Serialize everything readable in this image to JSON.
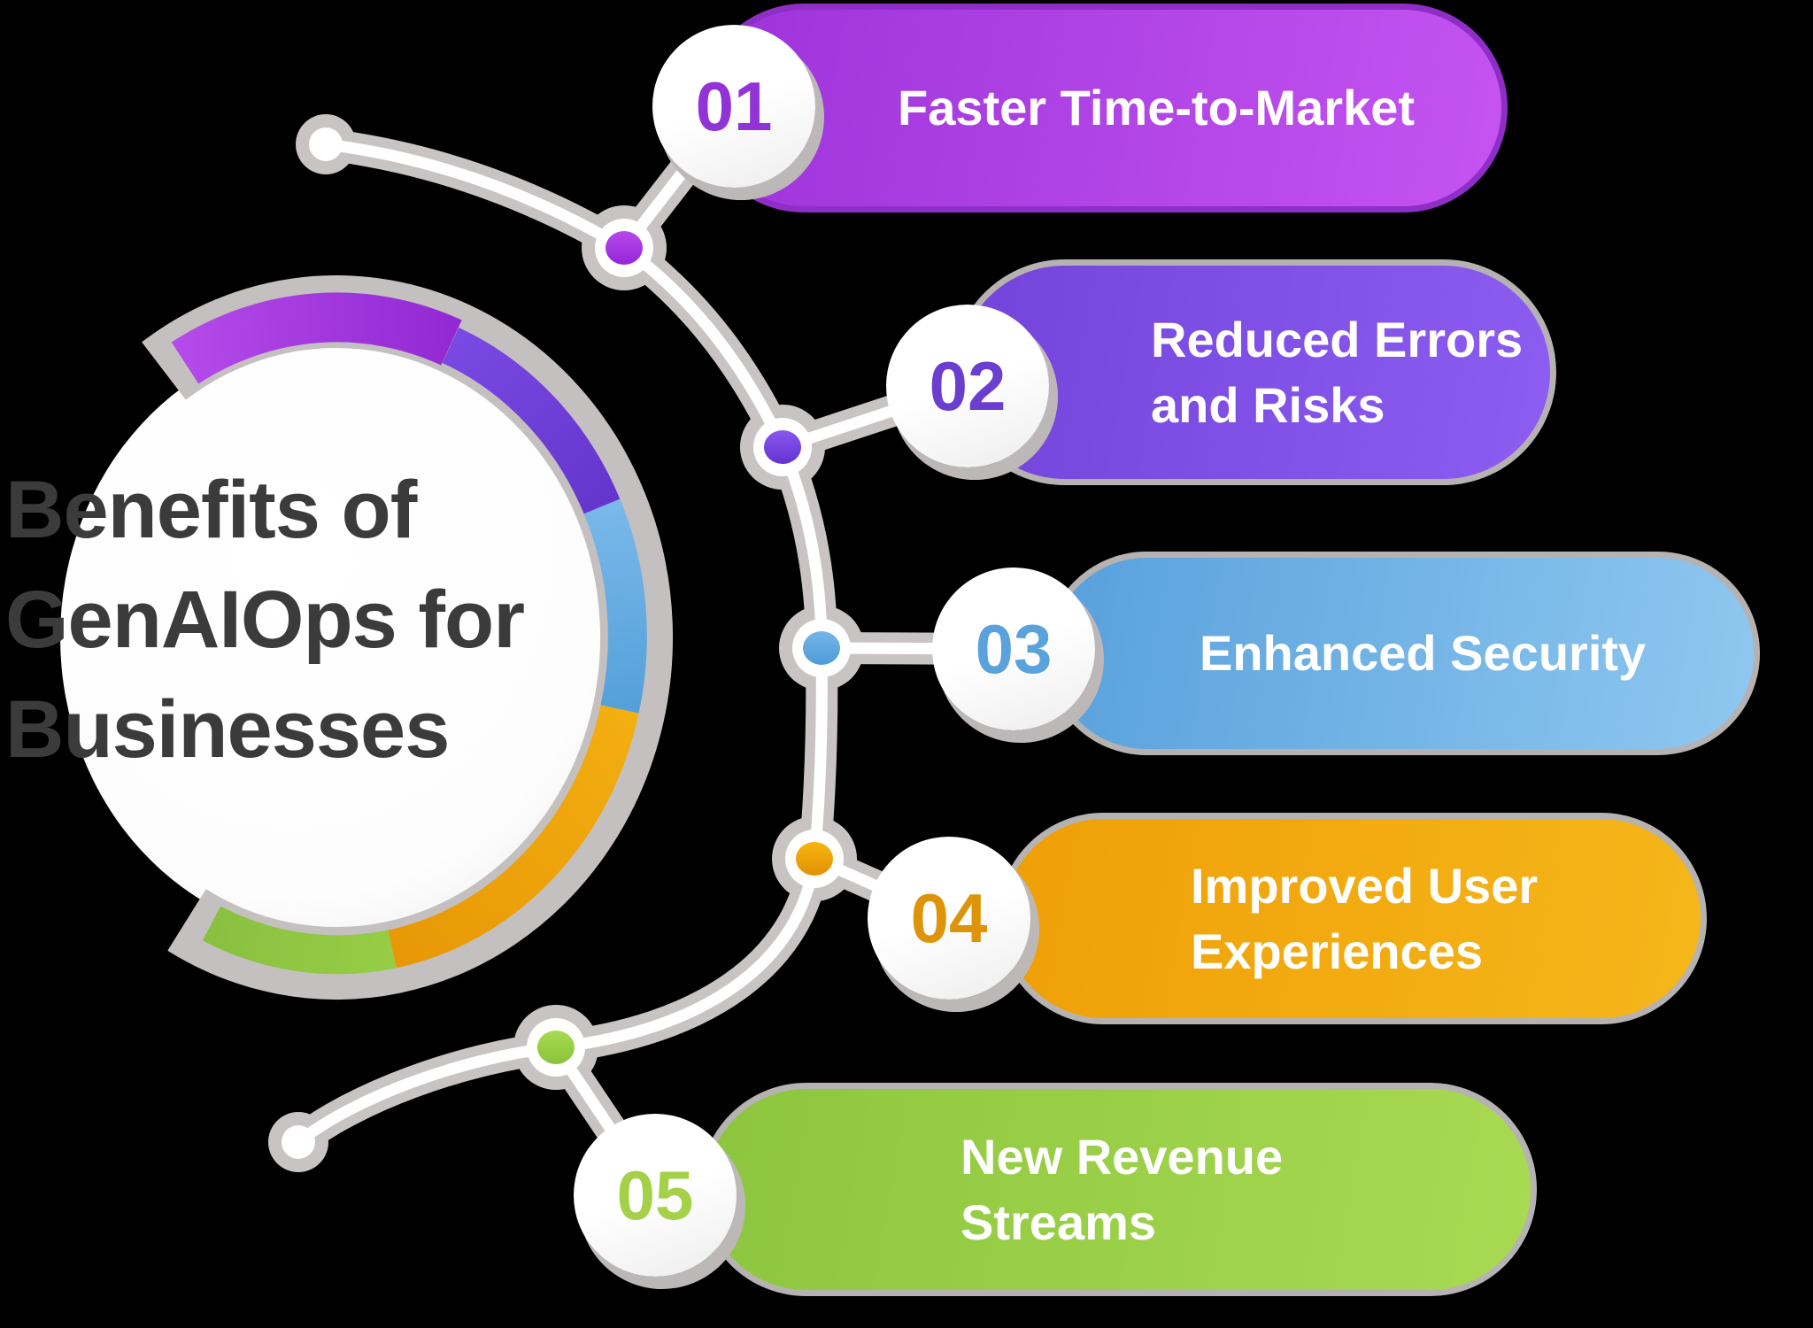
{
  "background_color": "#000000",
  "title": {
    "text": "Benefits of GenAIOps for Businesses",
    "lines": [
      "Benefits of",
      "GenAIOps for",
      "Businesses"
    ],
    "color": "#3b3b3b"
  },
  "items": [
    {
      "number": "01",
      "label": "Faster Time-to-Market",
      "lines": [
        "Faster Time-to-Market"
      ],
      "pill_gradient": [
        "#9c33da",
        "#c554f1"
      ],
      "pill_border": "#8f2ec6",
      "number_color": "#9233d8",
      "dot_color": "#a631e0"
    },
    {
      "number": "02",
      "label": "Reduced Errors and Risks",
      "lines": [
        "Reduced Errors",
        "and Risks"
      ],
      "pill_gradient": [
        "#7344da",
        "#8d5df2"
      ],
      "pill_border": "#b7b2b2",
      "number_color": "#6a3fd0",
      "dot_color": "#7442dc"
    },
    {
      "number": "03",
      "label": "Enhanced Security",
      "lines": [
        "Enhanced Security"
      ],
      "pill_gradient": [
        "#58a0dc",
        "#8fc8f0"
      ],
      "pill_border": "#b7b2b2",
      "number_color": "#5aa2dc",
      "dot_color": "#5ba6e0"
    },
    {
      "number": "04",
      "label": "Improved User Experiences",
      "lines": [
        "Improved User",
        "Experiences"
      ],
      "pill_gradient": [
        "#ef9f07",
        "#f5b71b"
      ],
      "pill_border": "#b7b2b2",
      "number_color": "#de9408",
      "dot_color": "#f0a407"
    },
    {
      "number": "05",
      "label": "New Revenue Streams",
      "lines": [
        "New Revenue",
        "Streams"
      ],
      "pill_gradient": [
        "#8cc63e",
        "#a8da52"
      ],
      "pill_border": "#b7b2b2",
      "number_color": "#a4d148",
      "dot_color": "#97cf3e"
    }
  ],
  "ring_segments": [
    {
      "name": "purple",
      "colors": [
        "#b44ae9",
        "#9229d3"
      ]
    },
    {
      "name": "violet",
      "colors": [
        "#7a48e2",
        "#6436cd"
      ]
    },
    {
      "name": "blue",
      "colors": [
        "#79b8ea",
        "#55a0da"
      ]
    },
    {
      "name": "orange",
      "colors": [
        "#f3ae10",
        "#e89806"
      ]
    },
    {
      "name": "green",
      "colors": [
        "#96cd45",
        "#8ac040"
      ]
    }
  ],
  "track_color": "#c9c4c4"
}
